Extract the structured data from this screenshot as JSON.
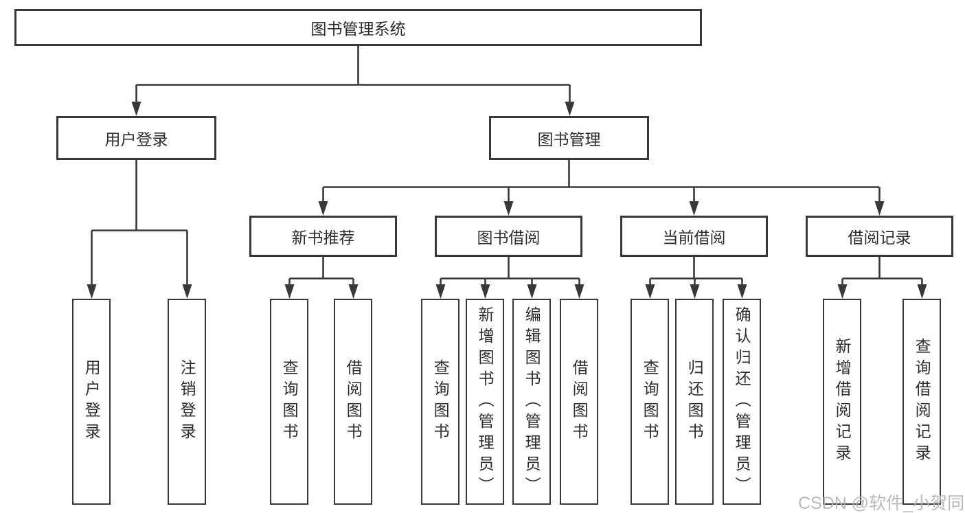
{
  "diagram": {
    "root_label": "图书管理系统",
    "level2": {
      "user_login": "用户登录",
      "book_management": "图书管理"
    },
    "level3": {
      "new_book_recommend": "新书推荐",
      "book_borrow": "图书借阅",
      "current_borrow": "当前借阅",
      "borrow_record": "借阅记录"
    },
    "leaves": {
      "user_login": [
        "用户登录",
        "注销登录"
      ],
      "new_book_recommend": [
        "查询图书",
        "借阅图书"
      ],
      "book_borrow": [
        "查询图书",
        "新增图书（管理员）",
        "编辑图书（管理员）",
        "借阅图书"
      ],
      "current_borrow": [
        "查询图书",
        "归还图书",
        "确认归还（管理员）"
      ],
      "borrow_record": [
        "新增借阅记录",
        "查询借阅记录"
      ]
    }
  },
  "watermark": "CSDN @软件_小贺同学",
  "colors": {
    "line": "#383838",
    "text": "#2d2d2d",
    "watermark": "#b5b5b5"
  }
}
